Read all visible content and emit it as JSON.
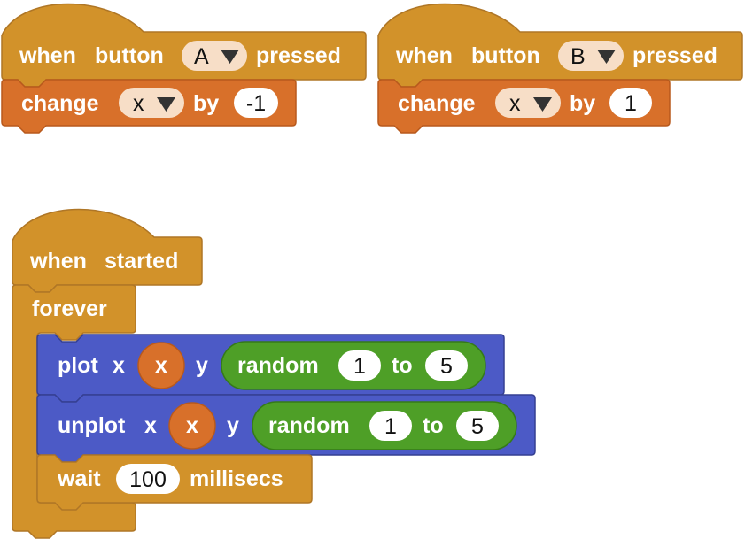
{
  "colors": {
    "event": "#D2922A",
    "event_border": "#AF7626",
    "variables": "#D8702A",
    "variables_border": "#B8591C",
    "led": "#4C5AC6",
    "led_border": "#353F92",
    "math": "#4E9F27",
    "math_border": "#357A19",
    "control": "#D2922A",
    "dropdown_bg": "#F7DEC7",
    "oval_bg": "#FFFFFF",
    "text": "#FFFFFF",
    "value_text": "#111111"
  },
  "scripts": {
    "button_a": {
      "hat_when": "when",
      "hat_button": "button",
      "button_value": "A",
      "hat_pressed": "pressed",
      "change_label": "change",
      "var_value": "x",
      "by_label": "by",
      "amount": "-1",
      "dropdown_icon": "dropdown-arrow-icon"
    },
    "button_b": {
      "hat_when": "when",
      "hat_button": "button",
      "button_value": "B",
      "hat_pressed": "pressed",
      "change_label": "change",
      "var_value": "x",
      "by_label": "by",
      "amount": "1",
      "dropdown_icon": "dropdown-arrow-icon"
    },
    "started": {
      "hat_when": "when",
      "hat_started": "started",
      "forever_label": "forever",
      "plot": {
        "label": "plot",
        "x_label": "x",
        "x_var": "x",
        "y_label": "y",
        "random_label": "random",
        "from": "1",
        "to_label": "to",
        "to": "5"
      },
      "unplot": {
        "label": "unplot",
        "x_label": "x",
        "x_var": "x",
        "y_label": "y",
        "random_label": "random",
        "from": "1",
        "to_label": "to",
        "to": "5"
      },
      "wait": {
        "label": "wait",
        "value": "100",
        "unit": "millisecs"
      }
    }
  }
}
